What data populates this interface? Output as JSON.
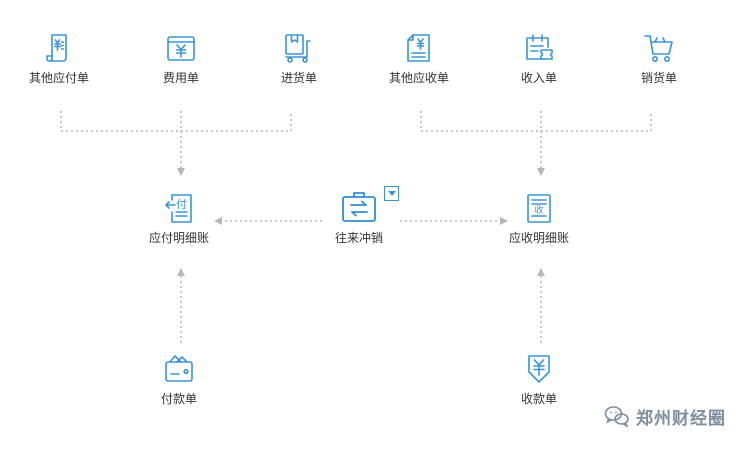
{
  "nodes": {
    "other_payable": {
      "label": "其他应付单",
      "icon": "voucher-receipt-icon"
    },
    "expense": {
      "label": "费用单",
      "icon": "expense-box-icon"
    },
    "purchase": {
      "label": "进货单",
      "icon": "purchase-cart-icon"
    },
    "other_receivable": {
      "label": "其他应收单",
      "icon": "document-yen-icon"
    },
    "income": {
      "label": "收入单",
      "icon": "calendar-ticket-icon"
    },
    "sales": {
      "label": "销货单",
      "icon": "shopping-cart-icon"
    },
    "payable_detail": {
      "label": "应付明细账",
      "icon": "payable-ledger-icon",
      "glyph": "付"
    },
    "offset": {
      "label": "往来冲销",
      "icon": "briefcase-exchange-icon"
    },
    "receivable_detail": {
      "label": "应收明细账",
      "icon": "receivable-ledger-icon",
      "glyph": "收"
    },
    "payment": {
      "label": "付款单",
      "icon": "wallet-icon"
    },
    "receipt": {
      "label": "收款单",
      "icon": "yen-shield-icon"
    }
  },
  "watermark": {
    "text": "郑州财经圈",
    "icon": "wechat-icon"
  },
  "colors": {
    "icon": "#3a95d6",
    "connector": "#b7b7b7",
    "label": "#333333",
    "watermark": "#7d8fa0"
  }
}
